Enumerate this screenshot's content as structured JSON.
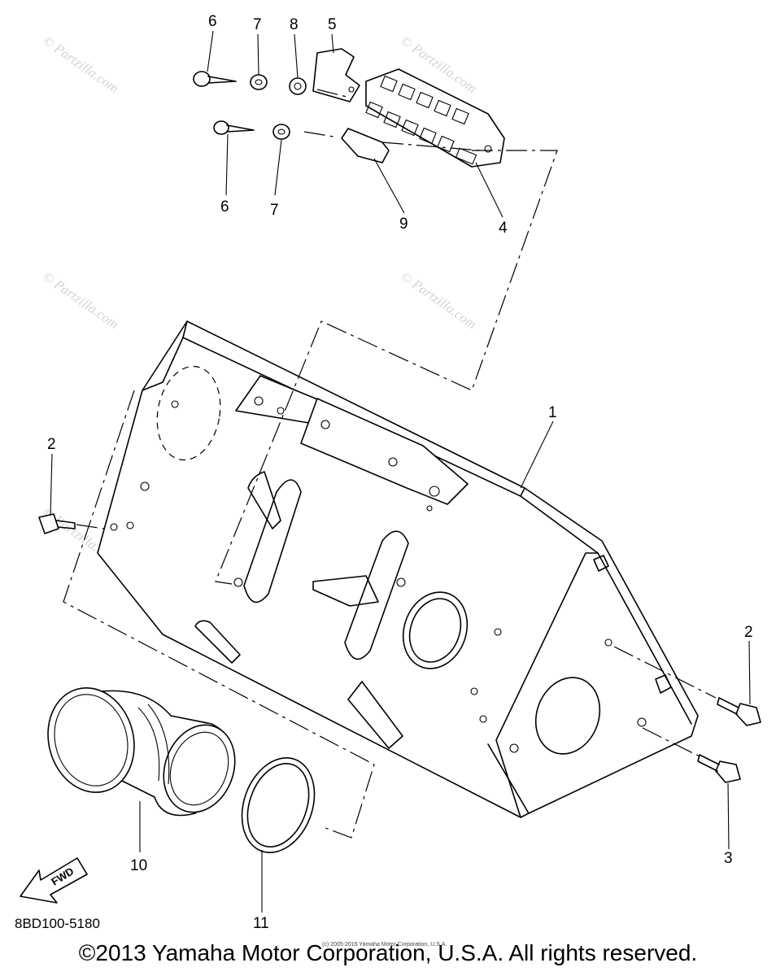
{
  "callouts": [
    {
      "id": "c6a",
      "text": "6"
    },
    {
      "id": "c7a",
      "text": "7"
    },
    {
      "id": "c8",
      "text": "8"
    },
    {
      "id": "c5",
      "text": "5"
    },
    {
      "id": "c6b",
      "text": "6"
    },
    {
      "id": "c7b",
      "text": "7"
    },
    {
      "id": "c9",
      "text": "9"
    },
    {
      "id": "c4",
      "text": "4"
    },
    {
      "id": "c1",
      "text": "1"
    },
    {
      "id": "c2a",
      "text": "2"
    },
    {
      "id": "c2b",
      "text": "2"
    },
    {
      "id": "c3",
      "text": "3"
    },
    {
      "id": "c10",
      "text": "10"
    },
    {
      "id": "c11",
      "text": "11"
    }
  ],
  "watermark": "© Partzilla.com",
  "fwd_label": "FWD",
  "part_code": "8BD100-5180",
  "copyright": "©2013 Yamaha Motor Corporation, U.S.A. All rights reserved.",
  "sub_copyright": "(c) 2005-2016 Yamaha Motor Corporation, U.S.A."
}
